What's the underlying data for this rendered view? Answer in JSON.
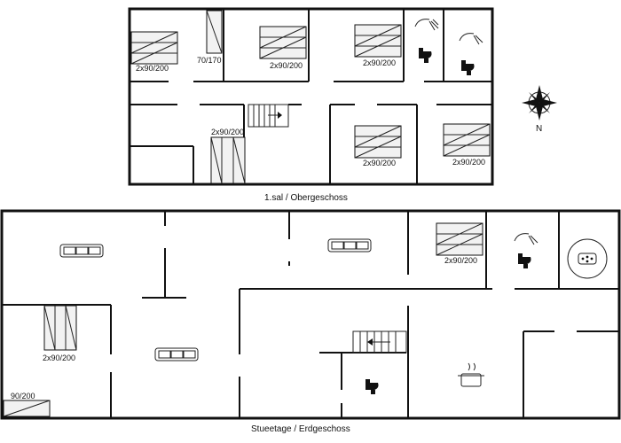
{
  "upper_floor": {
    "caption": "1.sal / Obergeschoss",
    "bed_labels": [
      "2x90/200",
      "70/170",
      "2x90/200",
      "2x90/200",
      "2x90/200",
      "2x90/200",
      "2x90/200"
    ]
  },
  "ground_floor": {
    "caption": "Stueetage / Erdgeschoss",
    "bed_labels": [
      "2x90/200",
      "2x90/200",
      "90/200"
    ]
  },
  "compass": {
    "label": "N"
  }
}
